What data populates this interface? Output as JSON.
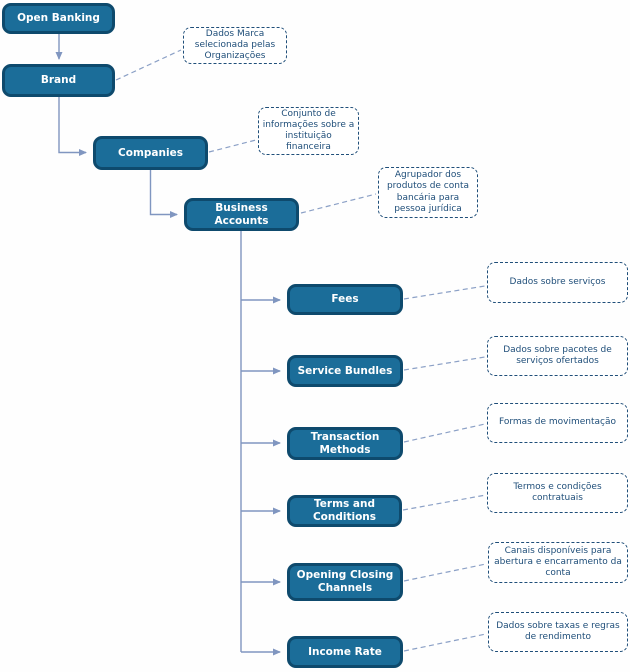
{
  "diagram": {
    "nodes": {
      "open_banking": {
        "label": "Open Banking"
      },
      "brand": {
        "label": "Brand",
        "note": "Dados Marca selecionada pelas Organizações"
      },
      "companies": {
        "label": "Companies",
        "note": "Conjunto de informações sobre a instituição financeira"
      },
      "business_accounts": {
        "label": "Business Accounts",
        "note": "Agrupador dos produtos de conta bancária para pessoa jurídica"
      },
      "fees": {
        "label": "Fees",
        "note": "Dados sobre serviços"
      },
      "service_bundles": {
        "label": "Service Bundles",
        "note": "Dados sobre pacotes de serviços ofertados"
      },
      "transaction_methods": {
        "label": "Transaction Methods",
        "note": "Formas de movimentação"
      },
      "terms_and_conditions": {
        "label": "Terms and Conditions",
        "note": "Termos e condições contratuais"
      },
      "opening_closing_channels": {
        "label": "Opening Closing Channels",
        "note": "Canais disponíveis para abertura e encarramento da conta"
      },
      "income_rate": {
        "label": "Income Rate",
        "note": "Dados sobre taxas e regras de rendimento"
      }
    },
    "edges": [
      [
        "Open Banking",
        "Brand"
      ],
      [
        "Brand",
        "Companies"
      ],
      [
        "Companies",
        "Business Accounts"
      ],
      [
        "Business Accounts",
        "Fees"
      ],
      [
        "Business Accounts",
        "Service Bundles"
      ],
      [
        "Business Accounts",
        "Transaction Methods"
      ],
      [
        "Business Accounts",
        "Terms and Conditions"
      ],
      [
        "Business Accounts",
        "Opening Closing Channels"
      ],
      [
        "Business Accounts",
        "Income Rate"
      ]
    ],
    "colors": {
      "node_fill": "#1b6d99",
      "node_border": "#0e4a6d",
      "node_text": "#ffffff",
      "note_border": "#1f4e79",
      "note_text": "#1f4e79",
      "connector_solid": "#8096c0",
      "connector_dashed": "#8ba0c6"
    }
  }
}
